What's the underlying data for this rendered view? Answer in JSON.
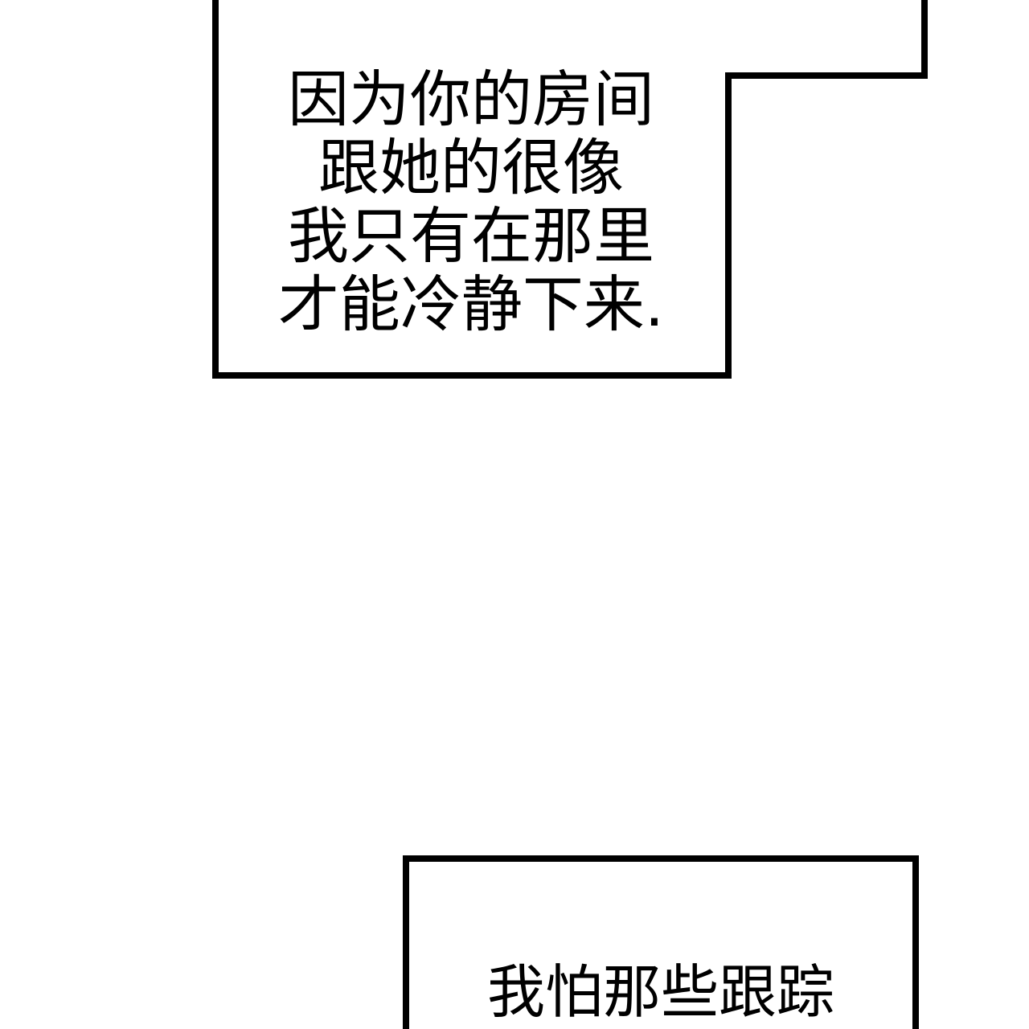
{
  "panel_top": {
    "lines": [
      "因为你的房间",
      "跟她的很像",
      "我只有在那里",
      "才能冷静下来."
    ]
  },
  "panel_bottom": {
    "lines": [
      "我怕那些跟踪"
    ]
  },
  "colors": {
    "background": "#ffffff",
    "border": "#000000",
    "text": "#000000"
  }
}
